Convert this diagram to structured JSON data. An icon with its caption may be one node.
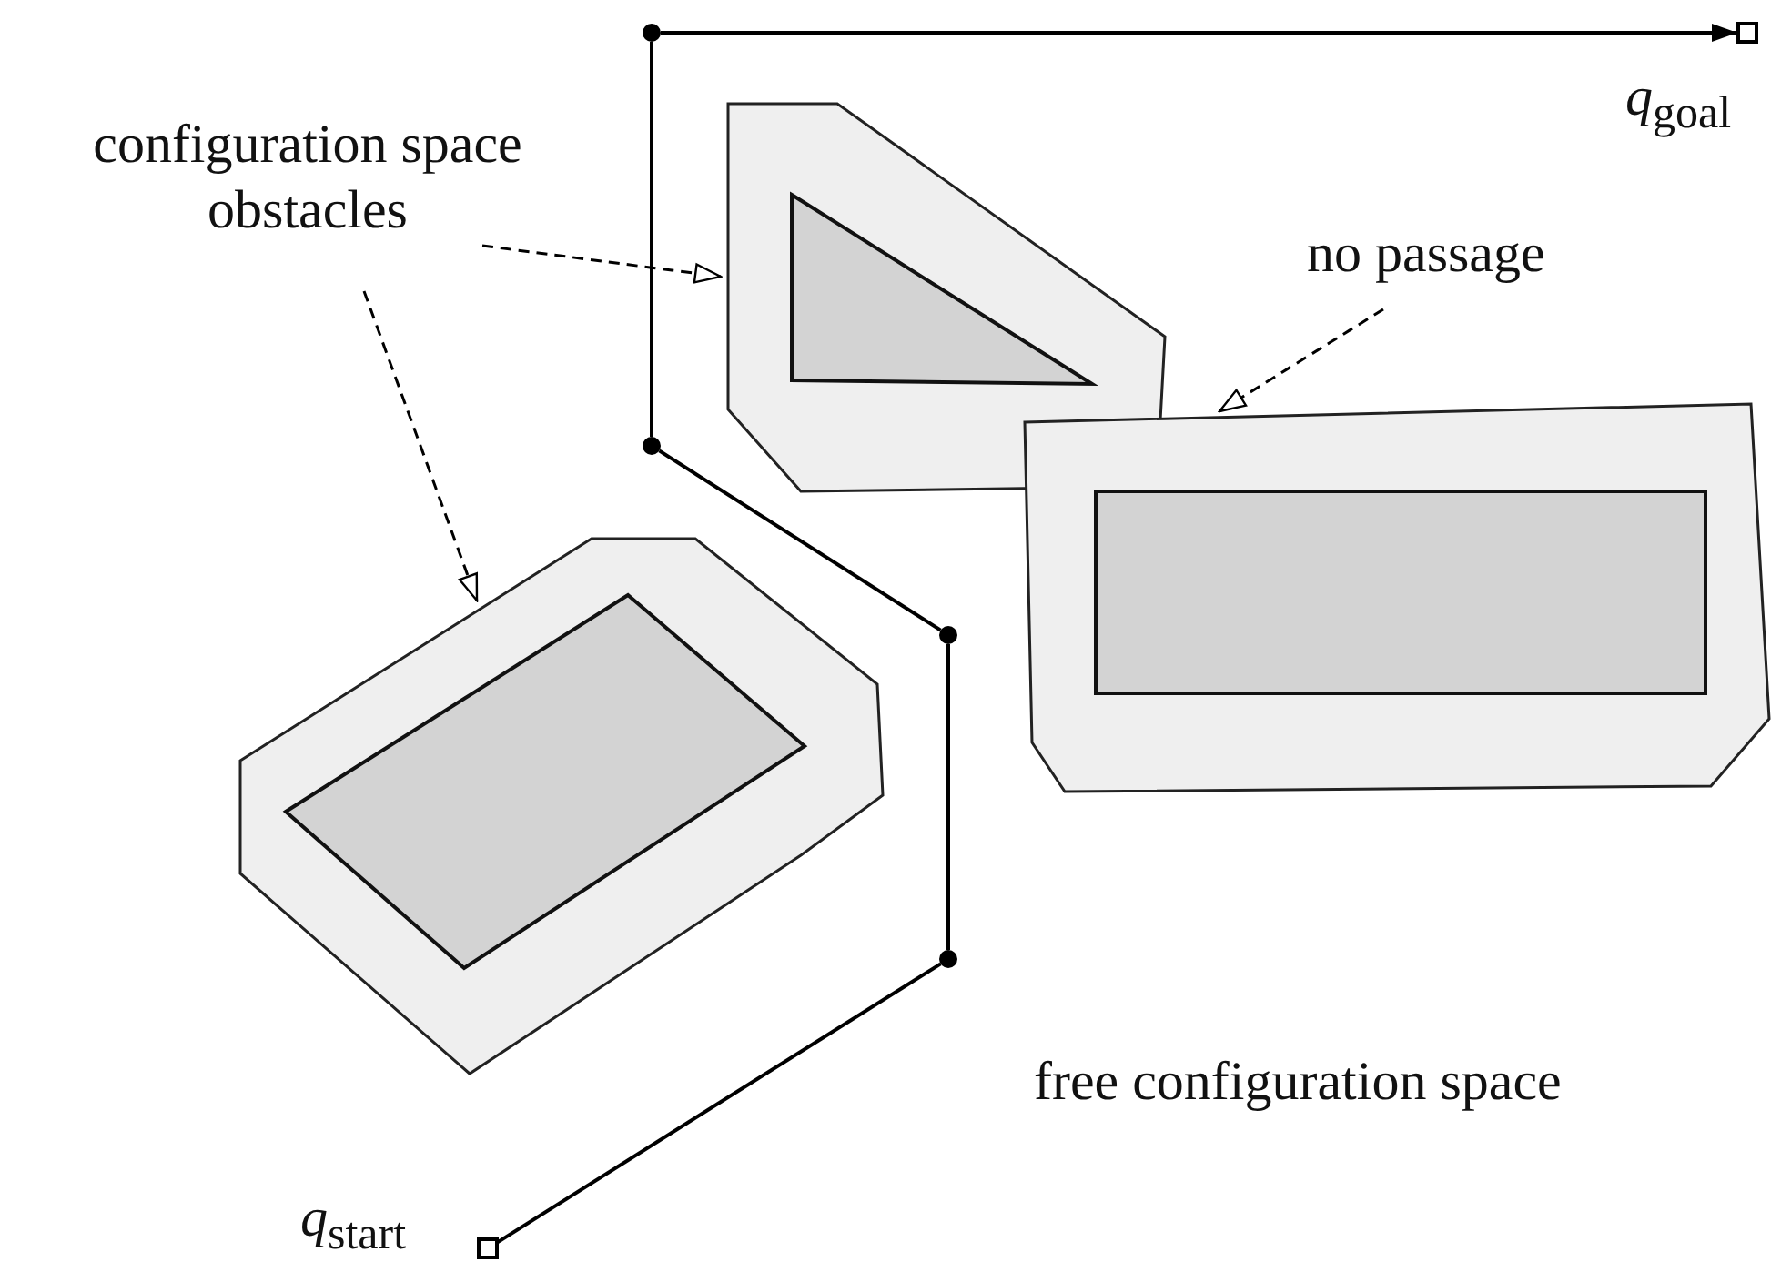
{
  "diagram": {
    "nodes": [
      {
        "text": [],
        "shape": "circle"
      },
      {
        "text": [
          "*q*$_{goal}$"
        ]
      },
      {
        "text": [
          "configuration space obstacles"
        ]
      },
      {
        "text": [],
        "shape": "polygon"
      },
      {
        "text": [
          "no passage"
        ]
      },
      {
        "text": [],
        "shape": "circle"
      },
      {
        "text": [],
        "shape": "polygon"
      },
      {
        "text": [],
        "shape": "polygon"
      },
      {
        "text": [],
        "shape": "circle"
      },
      {
        "text": [],
        "shape": "circle"
      },
      {
        "text": [
          "*q*$_{start}$"
        ]
      }
    ],
    "edges": [
      {
        "from": 10,
        "to": 9,
        "arrow": "none"
      },
      {
        "from": 9,
        "to": 8,
        "arrow": "none"
      },
      {
        "from": 8,
        "to": 5,
        "arrow": "none"
      },
      {
        "from": 5,
        "to": 0,
        "arrow": "none"
      },
      {
        "from": 0,
        "to": 1,
        "arrow": "to"
      },
      {
        "from": 2,
        "to": 3,
        "arrow": "to",
        "style": "dashed"
      },
      {
        "from": 2,
        "to": 7,
        "arrow": "to",
        "style": "dashed"
      },
      {
        "from": 4,
        "to": 6,
        "arrow": "to",
        "style": "dashed"
      }
    ],
    "labels": [
      "free configuration space"
    ]
  }
}
